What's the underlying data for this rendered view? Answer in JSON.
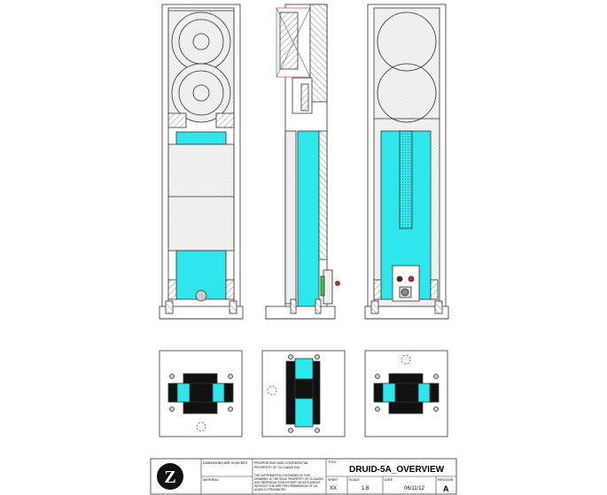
{
  "title_block": {
    "dimensions_note": "DIMENSIONS ARE IN INCHES",
    "material_label": "MATERIAL",
    "proprietary_heading": "PROPRIETARY AND CONFIDENTIAL",
    "property_of": "PROPERTY OF ZU CABLE INC.",
    "notice_lines": [
      "THE INFORMATION CONTAINED IN THIS",
      "DRAWING IS THE SOLE PROPERTY OF ZU AUDIO",
      "ANY REPRODUCTION IN PART OR AS A WHOLE",
      "WITHOUT THE WRITTEN PERMISSION OF ZU",
      "AUDIO IS PROHIBITED."
    ],
    "title_label": "TITLE",
    "title": "DRUID-5A_OVERVIEW",
    "sheet_label": "SHEET",
    "sheet_value": "XX",
    "scale_label": "SCALE",
    "scale_value": "1:8",
    "date_label": "DATE",
    "date_value": "06/11/12",
    "revision_label": "REVISION",
    "revision_value": "A",
    "logo_text": "Z"
  },
  "colors": {
    "line": "#333333",
    "cyan": "#2fe6ec",
    "fill_dots": "#f3f3f3",
    "red": "#d42020",
    "pcb_green": "#3cc63c"
  }
}
